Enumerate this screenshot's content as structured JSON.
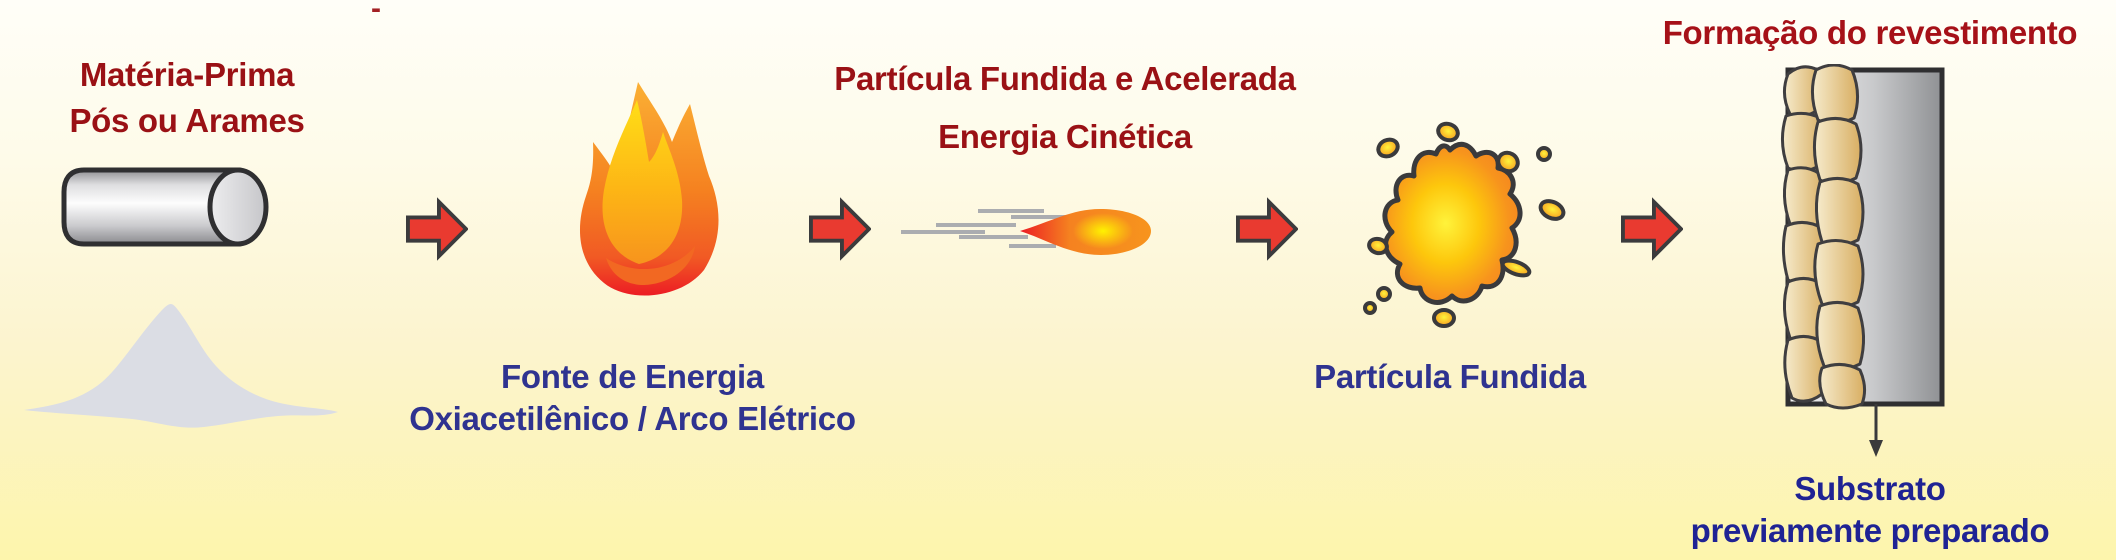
{
  "palette": {
    "background_top": "#FFFEF8",
    "background_bottom": "#FDF5AC",
    "title_red": "#9A1115",
    "title_red_bright": "#A61118",
    "label_blue": "#2F3390",
    "label_navy": "#1F2394",
    "arrow_red": "#E93A30",
    "arrow_outline": "#3B3B3D",
    "flame_orange": "#F58220",
    "flame_yellow": "#FFDE17",
    "speed_line_gray": "#ABADB0",
    "powder_gray": "#DBDDE4",
    "coating_tan": "#D8AE62",
    "substrate_gray": "#8F9194"
  },
  "stray_dash": "-",
  "stages": {
    "raw_material": {
      "title_line1": "Matéria-Prima",
      "title_line2": "Pós ou Arames",
      "icons": [
        "wire-cylinder-icon",
        "powder-pile-icon"
      ]
    },
    "energy_source": {
      "icon": "flame-icon",
      "caption_line1": "Fonte de Energia",
      "caption_line2": "Oxiacetilênico / Arco Elétrico"
    },
    "accelerated_particle": {
      "title_line1": "Partícula Fundida e Acelerada",
      "title_line2": "Energia Cinética",
      "icon": "speeding-particle-icon"
    },
    "molten_particle": {
      "caption": "Partícula Fundida",
      "icon": "molten-splat-icon"
    },
    "coating_formation": {
      "title": "Formação do revestimento",
      "icon": "coating-substrate-icon",
      "caption_line1": "Substrato",
      "caption_line2": "previamente preparado"
    }
  },
  "connectors": {
    "count": 4,
    "icon": "flow-arrow-icon"
  }
}
